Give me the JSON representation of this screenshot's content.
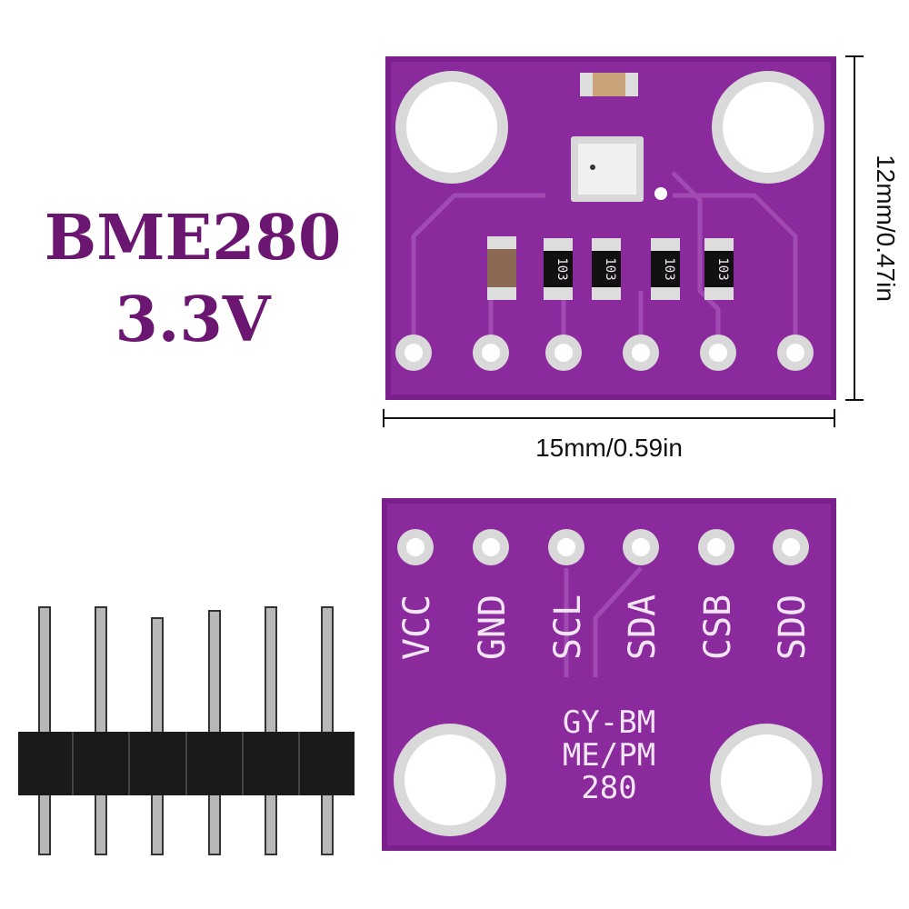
{
  "product": {
    "name": "BME280",
    "voltage": "3.3V"
  },
  "dimensions": {
    "height_label": "12mm/0.47in",
    "width_label": "15mm/0.59in"
  },
  "top_board": {
    "resistor_marking": "103"
  },
  "bottom_board": {
    "pins": [
      "VCC",
      "GND",
      "SCL",
      "SDA",
      "CSB",
      "SDO"
    ],
    "silkscreen": [
      "GY-BM",
      "ME/PM",
      "280"
    ]
  },
  "colors": {
    "pcb": "#7b1f8c",
    "title": "#6b1670"
  }
}
